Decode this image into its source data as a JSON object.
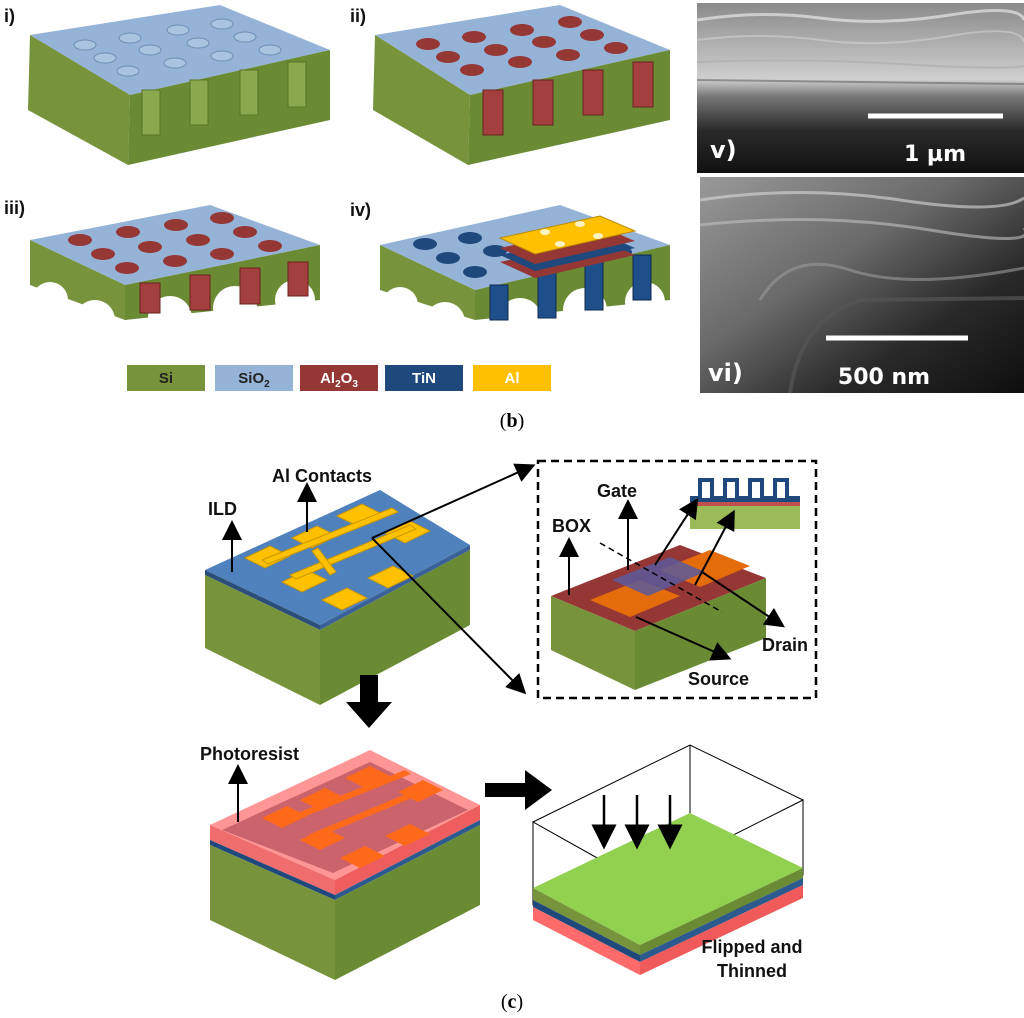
{
  "panel_b": {
    "steps": [
      "i)",
      "ii)",
      "iii)",
      "iv)"
    ],
    "sem_labels": [
      "v)",
      "vi)"
    ],
    "scale_bars": [
      "1 µm",
      "500 nm"
    ],
    "legend": {
      "si": {
        "label": "Si",
        "color": "#77933c"
      },
      "sio2": {
        "label": "SiO",
        "sub": "2",
        "color": "#95b3d7"
      },
      "al2o3": {
        "label": "Al",
        "sub1": "2",
        "mid": "O",
        "sub2": "3",
        "color": "#953735"
      },
      "tin": {
        "label": "TiN",
        "color": "#1f497d"
      },
      "al": {
        "label": "Al",
        "color": "#ffc000"
      }
    },
    "caption": {
      "open": "(",
      "letter": "b",
      "close": ")"
    }
  },
  "panel_c": {
    "labels": {
      "al_contacts": "Al Contacts",
      "ild": "ILD",
      "gate": "Gate",
      "box": "BOX",
      "drain": "Drain",
      "source": "Source",
      "photoresist": "Photoresist",
      "flipped_line1": "Flipped and",
      "flipped_line2": "Thinned"
    },
    "caption": {
      "open": "(",
      "letter": "c",
      "close": ")"
    }
  }
}
